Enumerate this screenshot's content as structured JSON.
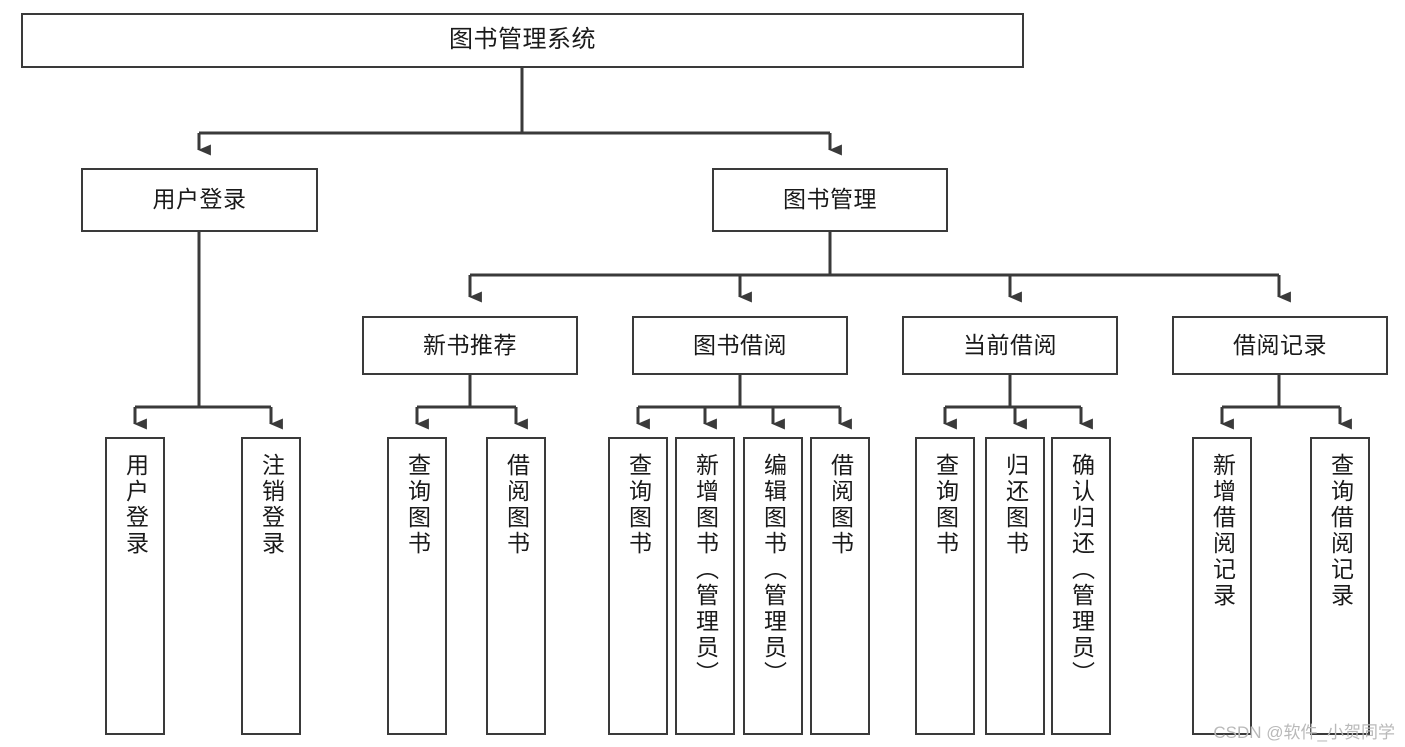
{
  "diagram": {
    "title": "图书管理系统",
    "type": "tree-structure-chart",
    "edge_color": "#3a3a3a",
    "box_border_color": "#3a3a3a",
    "box_fill_color": "#ffffff",
    "text_color": "#1a1a1a",
    "background_color": "#ffffff"
  },
  "watermark": {
    "text": "CSDN @软件_小贺同学",
    "color": "#b9b9b9"
  },
  "nodes": {
    "root": {
      "label": "图书管理系统"
    },
    "level2": [
      {
        "id": "user-login",
        "label": "用户登录"
      },
      {
        "id": "book-management",
        "label": "图书管理"
      }
    ],
    "level3": [
      {
        "id": "new-book-recommend",
        "label": "新书推荐"
      },
      {
        "id": "book-borrow",
        "label": "图书借阅"
      },
      {
        "id": "current-borrow",
        "label": "当前借阅"
      },
      {
        "id": "borrow-record",
        "label": "借阅记录"
      }
    ],
    "leaves": {
      "user_login": [
        {
          "id": "leaf-user-login",
          "label": "用户登录"
        },
        {
          "id": "leaf-logout-login",
          "label": "注销登录"
        }
      ],
      "new_book_recommend": [
        {
          "id": "leaf-query-book-1",
          "label": "查询图书"
        },
        {
          "id": "leaf-borrow-book-1",
          "label": "借阅图书"
        }
      ],
      "book_borrow": [
        {
          "id": "leaf-query-book-2",
          "label": "查询图书"
        },
        {
          "id": "leaf-add-book",
          "label": "新增图书（管理员）"
        },
        {
          "id": "leaf-edit-book",
          "label": "编辑图书（管理员）"
        },
        {
          "id": "leaf-borrow-book-2",
          "label": "借阅图书"
        }
      ],
      "current_borrow": [
        {
          "id": "leaf-query-book-3",
          "label": "查询图书"
        },
        {
          "id": "leaf-return-book",
          "label": "归还图书"
        },
        {
          "id": "leaf-confirm-return",
          "label": "确认归还（管理员）"
        }
      ],
      "borrow_record": [
        {
          "id": "leaf-add-borrow-record",
          "label": "新增借阅记录"
        },
        {
          "id": "leaf-query-borrow-record",
          "label": "查询借阅记录"
        }
      ]
    }
  }
}
